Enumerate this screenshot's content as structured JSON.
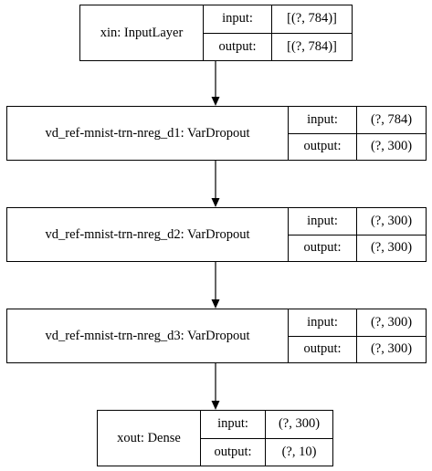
{
  "layers": [
    {
      "name": "xin: InputLayer",
      "input_label": "input:",
      "input_shape": "[(?, 784)]",
      "output_label": "output:",
      "output_shape": "[(?, 784)]"
    },
    {
      "name": "vd_ref-mnist-trn-nreg_d1: VarDropout",
      "input_label": "input:",
      "input_shape": "(?, 784)",
      "output_label": "output:",
      "output_shape": "(?, 300)"
    },
    {
      "name": "vd_ref-mnist-trn-nreg_d2: VarDropout",
      "input_label": "input:",
      "input_shape": "(?, 300)",
      "output_label": "output:",
      "output_shape": "(?, 300)"
    },
    {
      "name": "vd_ref-mnist-trn-nreg_d3: VarDropout",
      "input_label": "input:",
      "input_shape": "(?, 300)",
      "output_label": "output:",
      "output_shape": "(?, 300)"
    },
    {
      "name": "xout: Dense",
      "input_label": "input:",
      "input_shape": "(?, 300)",
      "output_label": "output:",
      "output_shape": "(?, 10)"
    }
  ],
  "edges": [
    {
      "from": 0,
      "to": 1
    },
    {
      "from": 1,
      "to": 2
    },
    {
      "from": 2,
      "to": 3
    },
    {
      "from": 3,
      "to": 4
    }
  ]
}
